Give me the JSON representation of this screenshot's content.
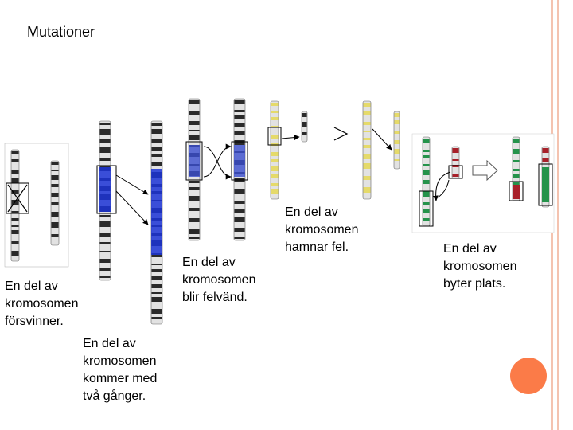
{
  "slide": {
    "title": "Mutationer"
  },
  "captions": {
    "deletion": [
      "En del av",
      "kromosomen",
      "försvinner."
    ],
    "duplication": [
      "En del av",
      "kromosomen",
      "kommer med",
      "två gånger."
    ],
    "inversion": [
      "En del av",
      "kromosomen",
      "blir felvänd."
    ],
    "insertion": [
      "En del av",
      "kromosomen",
      "hamnar fel."
    ],
    "translocation": [
      "En del av",
      "kromosomen",
      "byter plats."
    ]
  },
  "colors": {
    "frame_line": "#f4c3b0",
    "accent_dot": "#fb7b48",
    "chrom_dark": "#2a2a2a",
    "chrom_light": "#d8d8d8",
    "duplicated_band": "#1c34d6",
    "inversion_band": "#3b4fd0",
    "insertion_yellow": "#e5da6a",
    "translocation_green": "#25934b",
    "translocation_red": "#a8212a"
  }
}
